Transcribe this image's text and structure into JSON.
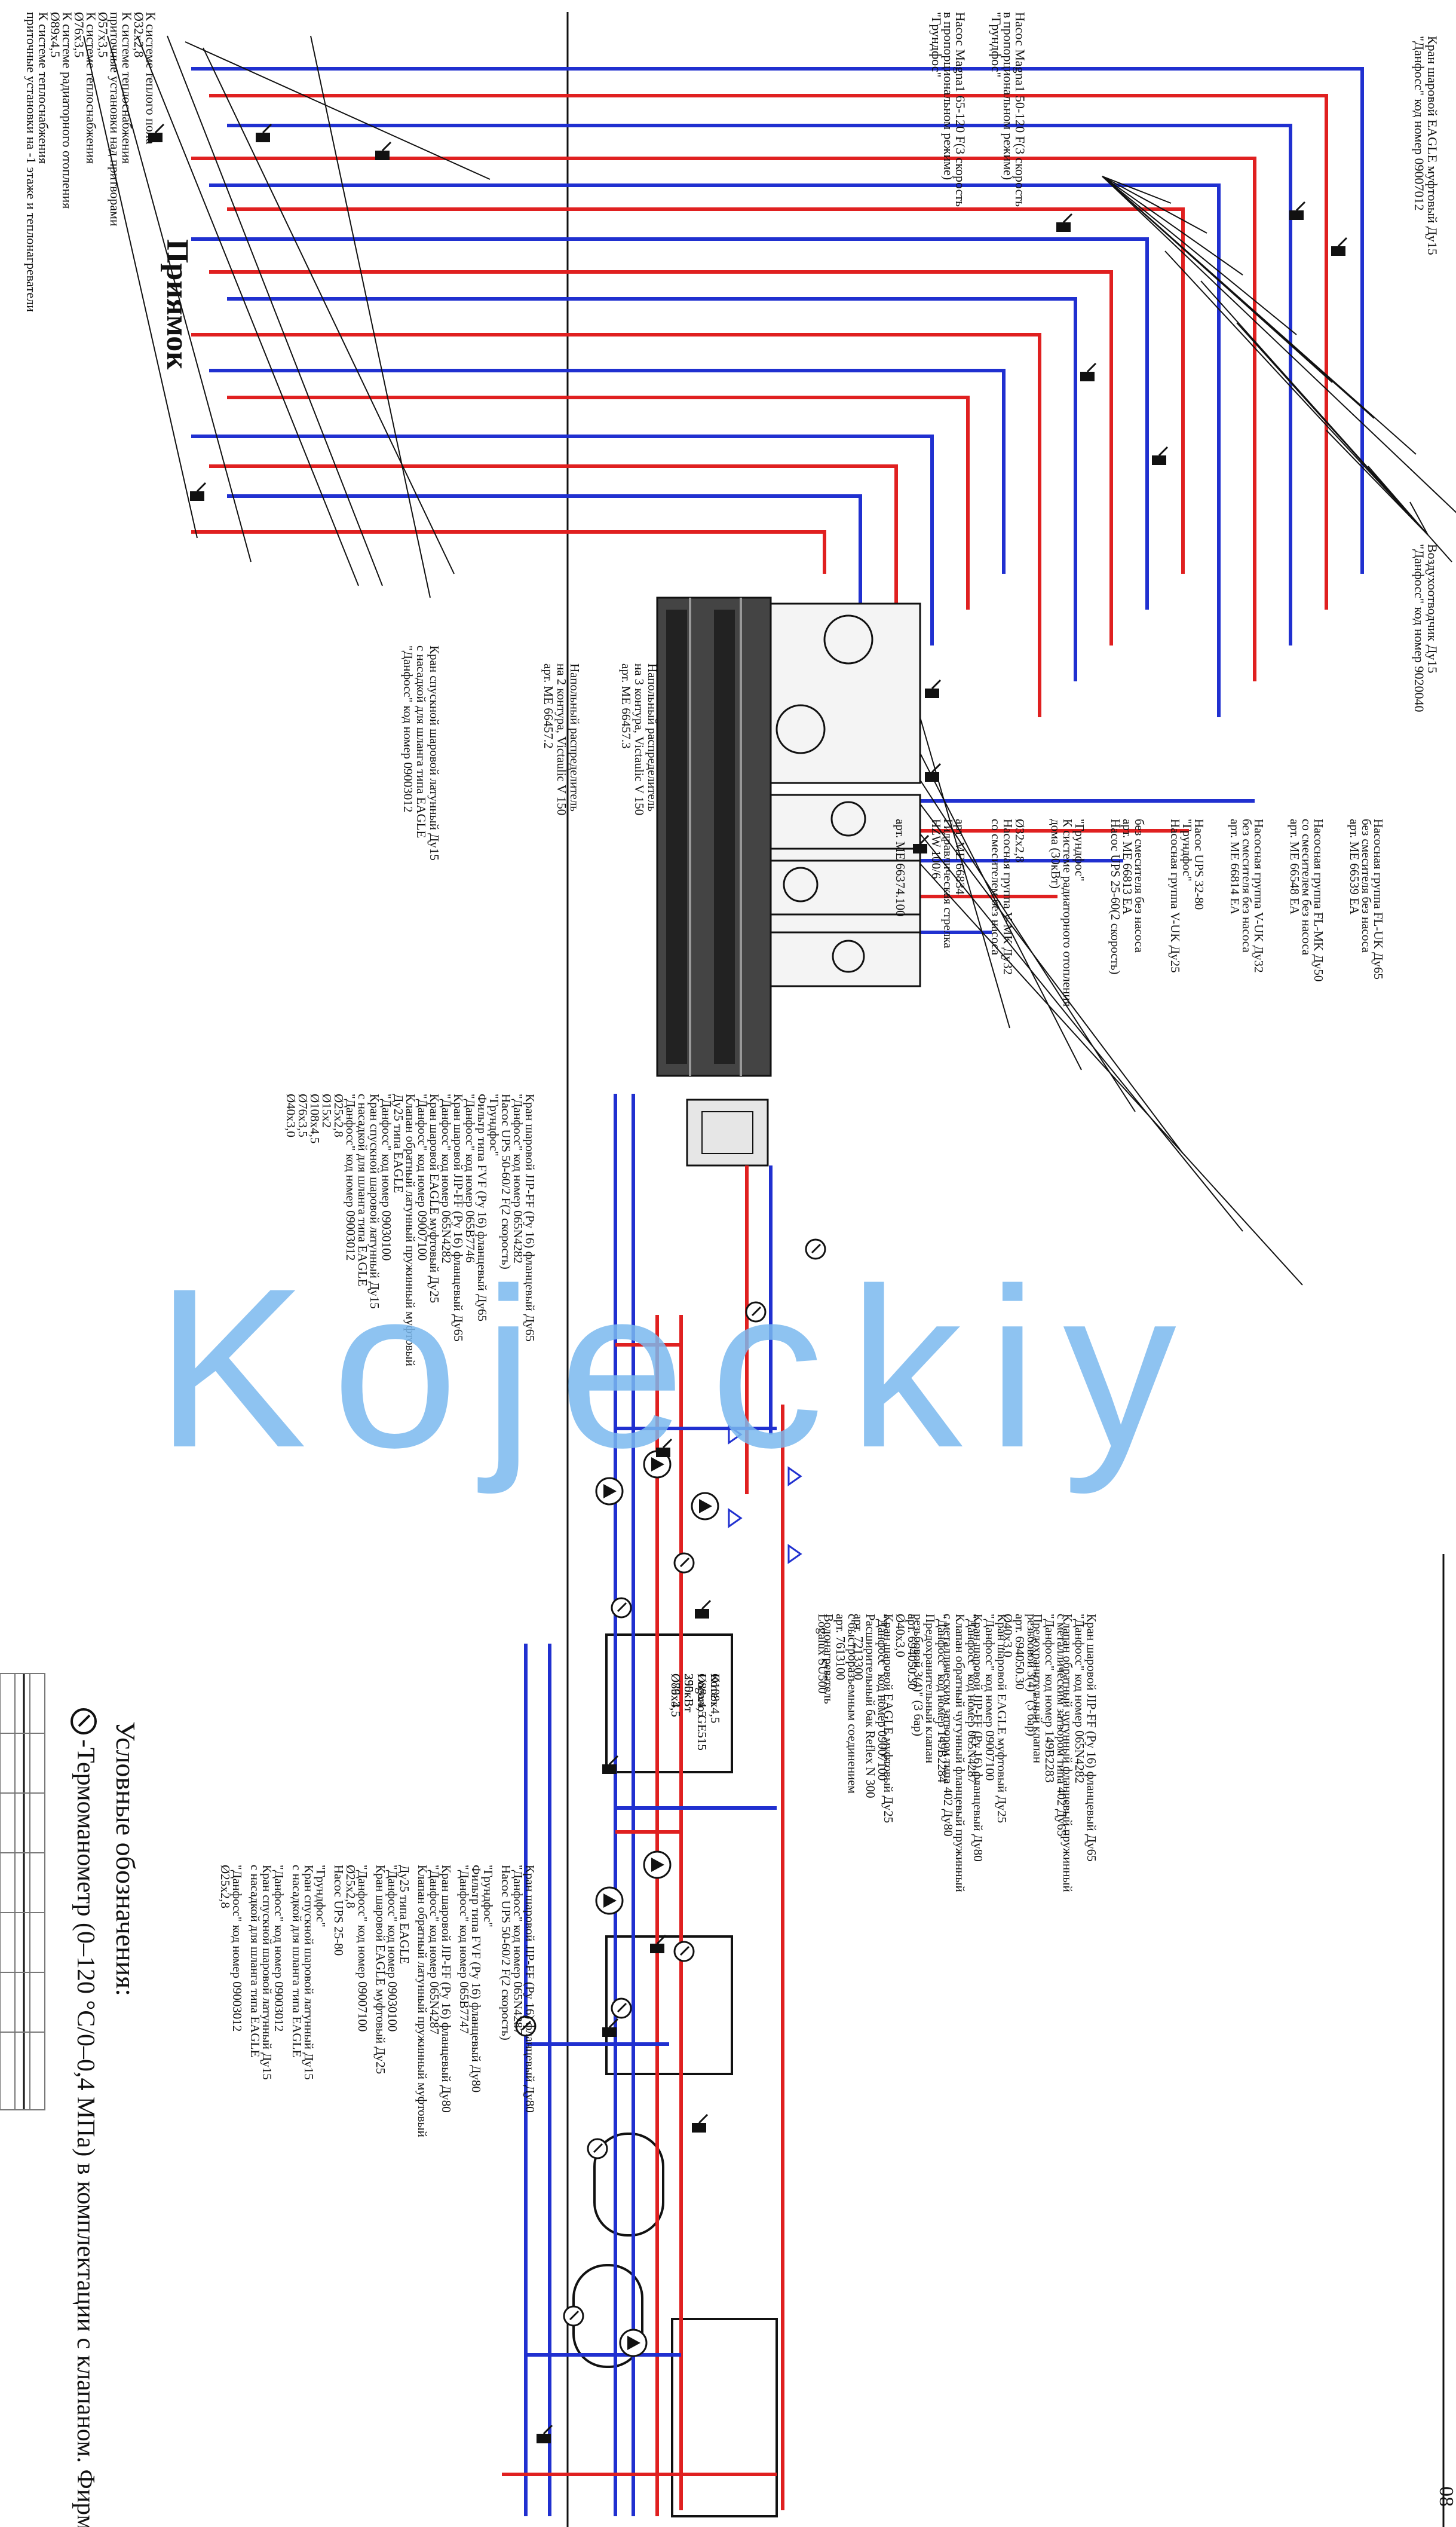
{
  "title": "Приямок",
  "legend": {
    "heading": "Условные обозначения:",
    "thermo_text": "-Термоманометр (0–120 °С/0–0,4 МПа) в комплектации с клапаном. Фирма \"Росма\"."
  },
  "page_number": "08",
  "watermark": "Kojeckiy",
  "top_left_labels": [
    "К системе теплого пола",
    "Ø32х2,8",
    "К системе теплоснабжения",
    "приточные установки над притворами",
    "Ø57х3,5",
    "К системе теплоснабжения",
    "Ø76х3,5",
    "К системе радиаторного отопления",
    "Ø89х4,5",
    "К системе теплоснабжения",
    "приточные установки на -1 этаже и теплонагреватели"
  ],
  "pump_labels": [
    "Насос Magna1 50-120 F(3 скорость",
    "в пропорциональном режиме)",
    "\"Грундфос\"",
    "Насос Magna1 65-120 F(3 скорость",
    "в пропорциональном режиме)",
    "\"Грундфос\""
  ],
  "top_right_labels": [
    "Кран шаровой EAGLE муфтовый Ду15",
    "\"Данфосс\" код номер 09007012"
  ],
  "right_mid_labels": [
    "Воздухоотводчик Ду15",
    "\"Данфосс\" код номер 9020040"
  ],
  "group_labels": [
    "Насосная группа FL-UK Ду65",
    "без смесителя без насоса",
    "арт. ME 66539 EA",
    "Насосная группа FL-MK Ду50",
    "со смесителем без насоса",
    "арт. ME 66548 EA",
    "Насосная группа V-UK Ду32",
    "без смесителя без насоса",
    "арт. ME 66814 EA",
    "Насос UPS 32-80",
    "\"Грундфос\"",
    "Насосная группа V-UK Ду25",
    "без смесителя без насоса",
    "арт. ME 66813 EA",
    "Насос UPS 25-60(2 скорость)",
    "\"Грундфос\"",
    "К системе радиаторного отопления",
    "дома (30кВт)",
    "Ø32х2,8",
    "Насосная группа V-MK Ду32",
    "со смесителем без насоса",
    "арт. ME 66834",
    "Гидравлическая стрелка",
    "HZW 100/6",
    "арт. ME 66374.100"
  ],
  "distributor_labels": [
    "Напольный распределитель",
    "на 3 контура, Victaulic V 150",
    "арт. ME 66457.3",
    "Напольный распределитель",
    "на 2 контура, Victaulic V 150",
    "арт. ME 66457.2"
  ],
  "left_bottom_labels": [
    "Кран спускной шаровой латунный Ду15",
    "с насадкой для шланга типа EAGLE",
    "\"Данфосс\" код номер 09003012"
  ],
  "lower_left_labels": [
    "Кран шаровой JIP-FF (Ру 16) фланцевый Ду65",
    "\"Данфосс\" код номер 065N4282",
    "Насос UPS 50-60/2 F(2 скорость)",
    "\"Грундфос\"",
    "Фильтр типа FVF (Ру 16) фланцевый Ду65",
    "\"Данфосс\" код номер 065B7746",
    "Кран шаровой JIP-FF (Ру 16) фланцевый Ду65",
    "\"Данфосс\" код номер 065N4282",
    "Кран шаровой EAGLE муфтовый Ду25",
    "\"Данфосс\" код номер 09007100",
    "Клапан обратный латунный пружинный муфтовый",
    "Ду25 типа EAGLE",
    "\"Данфосс\" код номер 09030100",
    "Кран спускной шаровой латунный Ду15",
    "с насадкой для шланга типа EAGLE",
    "\"Данфосс\" код номер 09003012",
    "Ø25х2,8",
    "Ø15х2",
    "Ø108х4,5",
    "Ø76х3,5",
    "Ø40х3,0"
  ],
  "boiler_labels": [
    "Котел",
    "Logano GE515",
    "295кВт",
    "Ø76х3,5",
    "Котел",
    "Logano GE515",
    "350кВт",
    "Ø89х4,5",
    "Ø108х4,5",
    "Ø89х4,5"
  ],
  "right_labels": [
    "Кран шаровой JIP-FF (Ру 16) фланцевый Ду65",
    "\"Данфосс\" код номер 065N4282",
    "Клапан обратный чугунный фланцевый пружинный",
    "с металлическим затвором типа 402 Ду65",
    "\"Данфосс\" код номер 149В2283",
    "Предохранительный клапан",
    "резьбовой 3(4)\" (3 бар)",
    "арт. 694050.30",
    "Ø40х3,0",
    "Кран шаровой EAGLE муфтовый Ду25",
    "\"Данфосс\" код номер 09007100",
    "Кран шаровой JIP-FF (Ру 16) фланцевый Ду80",
    "\"Данфосс\" код номер 065N4287",
    "Клапан обратный чугунный фланцевый пружинный",
    "с металлическим затвором типа 402 Ду80",
    "\"Данфосс\" код номер 149В2284",
    "Предохранительный клапан",
    "резьбовой 3(4)\" (3 бар)",
    "арт. 694050.30",
    "Ø40х3,0",
    "Кран шаровой EAGLE муфтовый Ду25",
    "\"Данфосс\" код номер 09007100",
    "Расширительный бак Reflex N 300",
    "арт. 7213300",
    "с быстроразъемным соединением",
    "арт. 7613100",
    "Водонагреватель",
    "Logalux SU500"
  ],
  "bottom_mid_labels": [
    "Кран шаровой JIP-FF (Ру 16) фланцевый Ду80",
    "\"Данфосс\" код номер 065N4287",
    "Насос UPS 50-60/2 F(2 скорость)",
    "\"Грундфос\"",
    "Фильтр типа FVF (Ру 16) фланцевый Ду80",
    "\"Данфосс\" код номер 065B7747",
    "Кран шаровой JIP-FF (Ру 16) фланцевый Ду80",
    "\"Данфосс\" код номер 065N4287",
    "Клапан обратный латунный пружинный муфтовый",
    "Ду25 типа EAGLE",
    "\"Данфосс\" код номер 09030100",
    "Кран шаровой EAGLE муфтовый Ду25",
    "\"Данфосс\" код номер 09007100",
    "Ø25х2,8",
    "Насос UPS 25-80",
    "\"Грундфос\"",
    "Кран спускной шаровой латунный Ду15",
    "с насадкой для шланга типа EAGLE",
    "\"Данфосс\" код номер 09003012",
    "Кран спускной шаровой латунный Ду15",
    "с насадкой для шланга типа EAGLE",
    "\"Данфосс\" код номер 09003012",
    "Ø25х2,8"
  ],
  "colors": {
    "supply": "#e02020",
    "return": "#2030d0",
    "line": "#111111",
    "watermark": "#7ab8ee"
  }
}
